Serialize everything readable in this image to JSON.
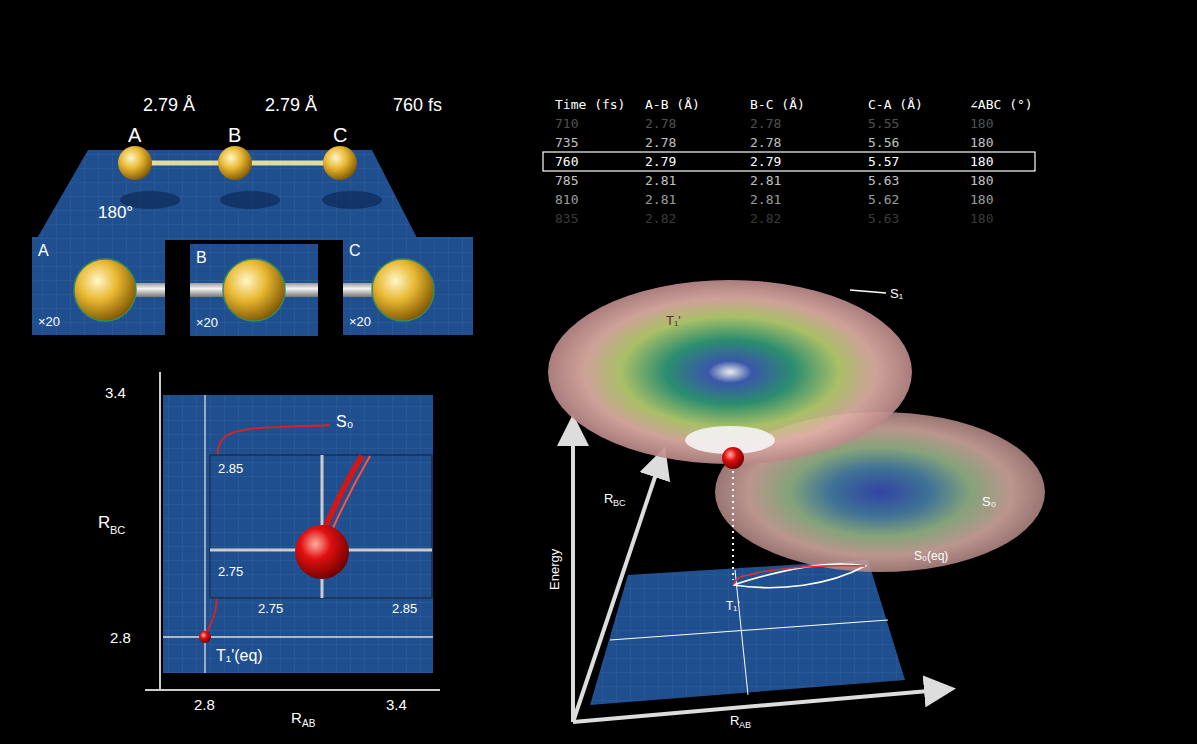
{
  "diagram": {
    "nodes": [
      {
        "text": [
          "A",
          "×20"
        ]
      },
      {
        "text": [
          "B",
          "×20"
        ]
      },
      {
        "text": [
          "C",
          "×20"
        ]
      }
    ],
    "labels": [
      "2.79 Å",
      "2.79 Å",
      "760 fs",
      "A",
      "B",
      "C",
      "180°",
      "Time (fs)",
      "A-B (Å)",
      "B-C (Å)",
      "C-A (Å)",
      "∠ABC (°)",
      "710",
      "2.78",
      "2.78",
      "5.55",
      "180",
      "735",
      "2.78",
      "2.78",
      "5.56",
      "180",
      "760",
      "2.79",
      "2.79",
      "5.57",
      "180",
      "785",
      "2.81",
      "2.81",
      "5.63",
      "180",
      "810",
      "2.81",
      "2.81",
      "5.62",
      "180",
      "835",
      "2.82",
      "2.82",
      "5.63",
      "180",
      "3.4",
      "S₀",
      "2.85",
      "2.75",
      "2.8",
      "R",
      "BC",
      "T₁'(eq)",
      "2.75",
      "2.85",
      "2.8",
      "3.4",
      "R",
      "AB",
      "S₁",
      "T₁'",
      "S₀",
      "R",
      "BC",
      "Energy",
      "S₀(eq)",
      "T₁'",
      "R",
      "AB"
    ]
  }
}
